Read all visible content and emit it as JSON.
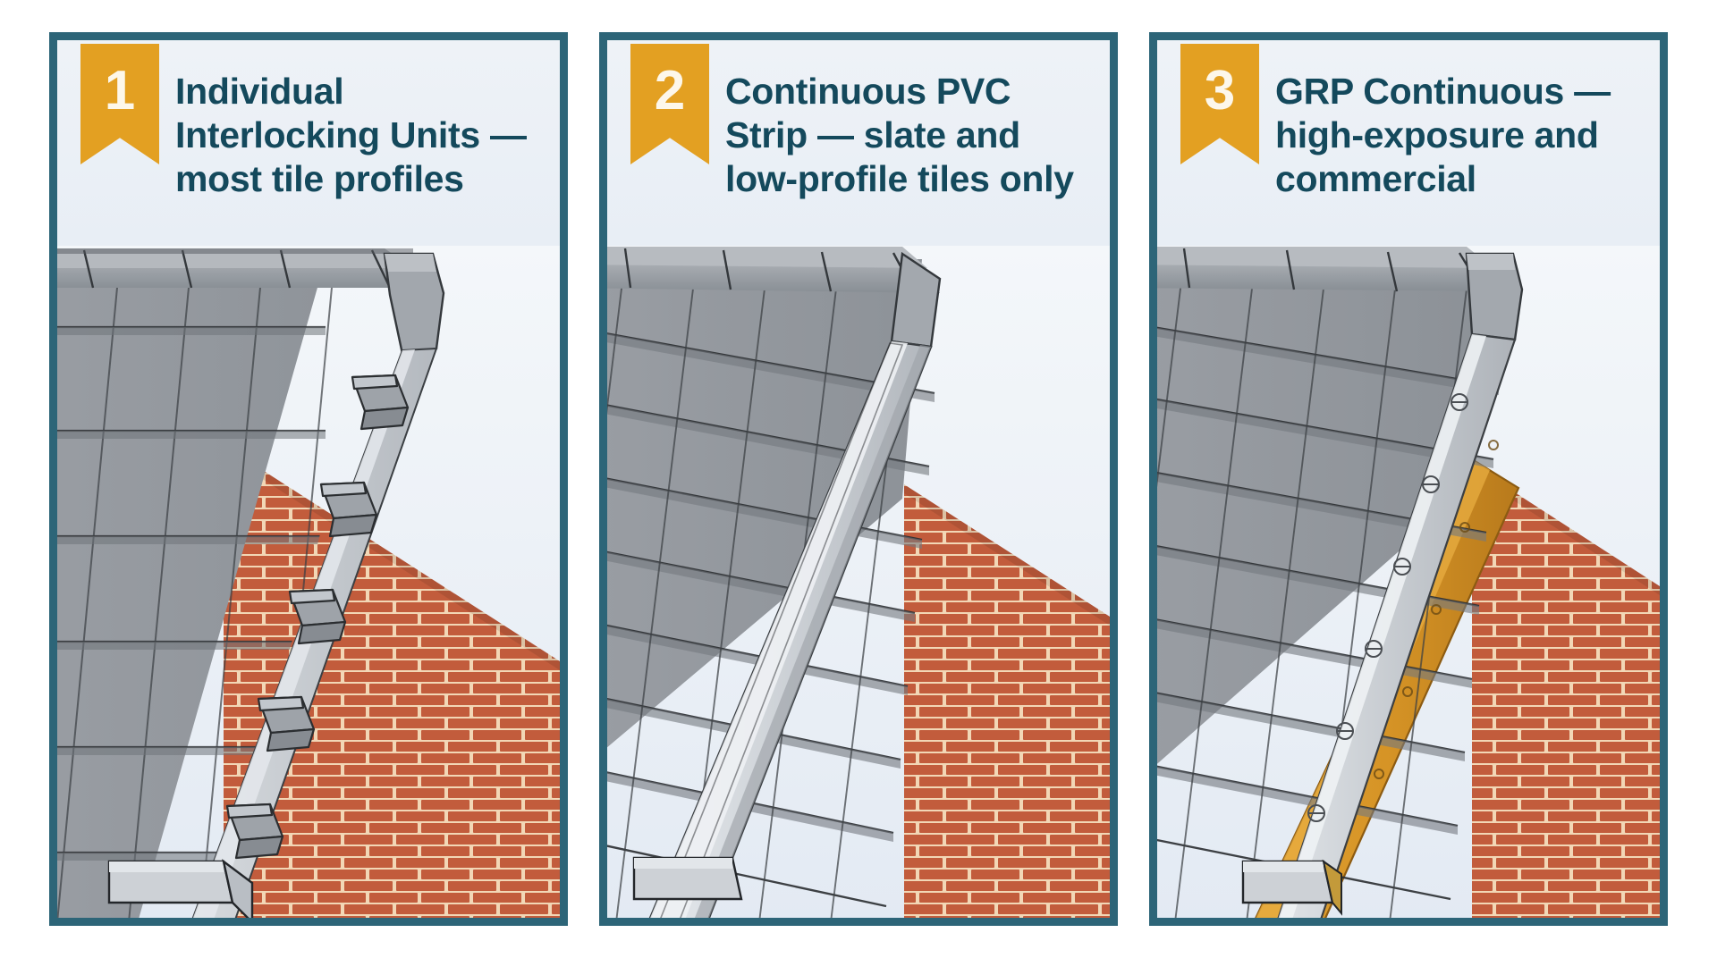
{
  "page": {
    "background": "#ffffff",
    "panel_border_color": "#2d6578",
    "ribbon_color": "#e3a022",
    "title_color": "#14495c",
    "panel_bg": "#eaeff5"
  },
  "panels": [
    {
      "number": "1",
      "title": "Individual Interlocking Units — most tile profiles",
      "illustration": {
        "name": "dry-verge-individual-units",
        "roof_tile_color": "#9a9ea4",
        "ridge_tile_color": "#a9adb2",
        "verge_trim_color": "#c8ccd2",
        "brick_color": "#c25c3c",
        "mortar_color": "#f2d7b6",
        "verge_style": "individual-interlocking-units"
      }
    },
    {
      "number": "2",
      "title": "Continuous PVC Strip — slate and low-profile tiles only",
      "illustration": {
        "name": "dry-verge-continuous-pvc-strip",
        "roof_tile_color": "#9a9ea4",
        "ridge_tile_color": "#a9adb2",
        "verge_trim_color": "#c8ccd2",
        "brick_color": "#c25c3c",
        "mortar_color": "#f2d7b6",
        "verge_style": "continuous-pvc-strip"
      }
    },
    {
      "number": "3",
      "title": "GRP Continuous — high-exposure and commercial",
      "illustration": {
        "name": "dry-verge-grp-continuous",
        "roof_tile_color": "#9a9ea4",
        "ridge_tile_color": "#a9adb2",
        "verge_trim_color": "#b9bec4",
        "grp_board_color": "#d69426",
        "brick_color": "#c25c3c",
        "mortar_color": "#f2d7b6",
        "verge_style": "grp-continuous",
        "fixings": "screw-heads"
      }
    }
  ]
}
